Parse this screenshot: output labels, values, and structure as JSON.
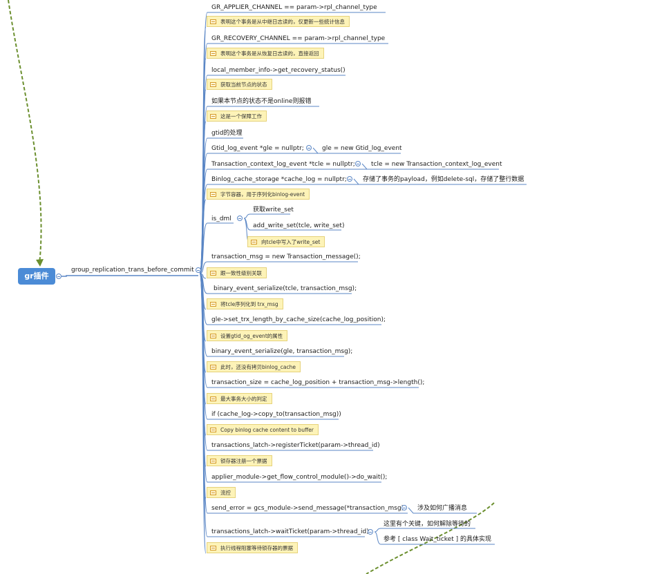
{
  "root": {
    "label": "gr插件"
  },
  "main_branch": {
    "label": "group_replication_trans_before_commit"
  },
  "nodes": [
    {
      "id": "n1",
      "text": "GR_APPLIER_CHANNEL == param->rpl_channel_type"
    },
    {
      "id": "c1",
      "note": "表明这个事务是从中继日志读的，仅更新一些统计信息"
    },
    {
      "id": "n2",
      "text": "GR_RECOVERY_CHANNEL == param->rpl_channel_type"
    },
    {
      "id": "c2",
      "note": "表明这个事务是从恢复日志读的，直接返回"
    },
    {
      "id": "n3",
      "text": "local_member_info->get_recovery_status()"
    },
    {
      "id": "c3",
      "note": "获取当前节点的状态"
    },
    {
      "id": "n4",
      "text": "如果本节点的状态不是online则报错"
    },
    {
      "id": "c4",
      "note": "这是一个保障工作"
    },
    {
      "id": "n5",
      "text": "gtid的处理"
    },
    {
      "id": "n6",
      "text": "Gtid_log_event *gle = nullptr;",
      "child": "gle = new Gtid_log_event"
    },
    {
      "id": "n7",
      "text": "Transaction_context_log_event *tcle = nullptr;",
      "child": "tcle = new Transaction_context_log_event"
    },
    {
      "id": "n8",
      "text": "Binlog_cache_storage *cache_log = nullptr;",
      "child": "存储了事务的payload，例如delete-sql，存储了整行数据"
    },
    {
      "id": "c8",
      "note": "字节容器，用于序列化binlog-event"
    },
    {
      "id": "n9",
      "text": "is_dml",
      "children": [
        "获取write_set",
        "add_write_set(tcle, write_set)"
      ],
      "child_note": "向tcle中写入了write_set"
    },
    {
      "id": "n10",
      "text": "transaction_msg = new Transaction_message();"
    },
    {
      "id": "c10",
      "note": "跟一致性级别关联"
    },
    {
      "id": "n11",
      "text": "binary_event_serialize(tcle, transaction_msg);"
    },
    {
      "id": "c11",
      "note": "将tcle序列化到 trx_msg"
    },
    {
      "id": "n12",
      "text": "gle->set_trx_length_by_cache_size(cache_log_position);"
    },
    {
      "id": "c12",
      "note": "设置gtid_og_event的属性"
    },
    {
      "id": "n13",
      "text": "binary_event_serialize(gle, transaction_msg);"
    },
    {
      "id": "c13",
      "note": "此时，还没有拷贝binlog_cache"
    },
    {
      "id": "n14",
      "text": "transaction_size = cache_log_position + transaction_msg->length();"
    },
    {
      "id": "c14",
      "note": "最大事务大小的判定"
    },
    {
      "id": "n15",
      "text": "if (cache_log->copy_to(transaction_msg))"
    },
    {
      "id": "c15",
      "note": "Copy binlog cache content to buffer"
    },
    {
      "id": "n16",
      "text": "transactions_latch->registerTicket(param->thread_id)"
    },
    {
      "id": "c16",
      "note": "锁存器注册一个票据"
    },
    {
      "id": "n17",
      "text": "applier_module->get_flow_control_module()->do_wait();"
    },
    {
      "id": "c17",
      "note": "流控"
    },
    {
      "id": "n18",
      "text": "send_error = gcs_module->send_message(*transaction_msg);",
      "child": "涉及如何广播消息"
    },
    {
      "id": "n19",
      "text": "transactions_latch->waitTicket(param->thread_id)",
      "children": [
        "这里有个关键，如何解除等待的",
        "参考 [ class Wait_ticket ] 的具体实现"
      ]
    },
    {
      "id": "c19",
      "note": "执行线程阻塞等待锁存器的票据"
    }
  ],
  "colors": {
    "branch_line": "#5a86c5",
    "root_fill": "#4b8bd6",
    "note_fill": "#fdf3b8",
    "dashed_relation": "#6b8f2e"
  }
}
